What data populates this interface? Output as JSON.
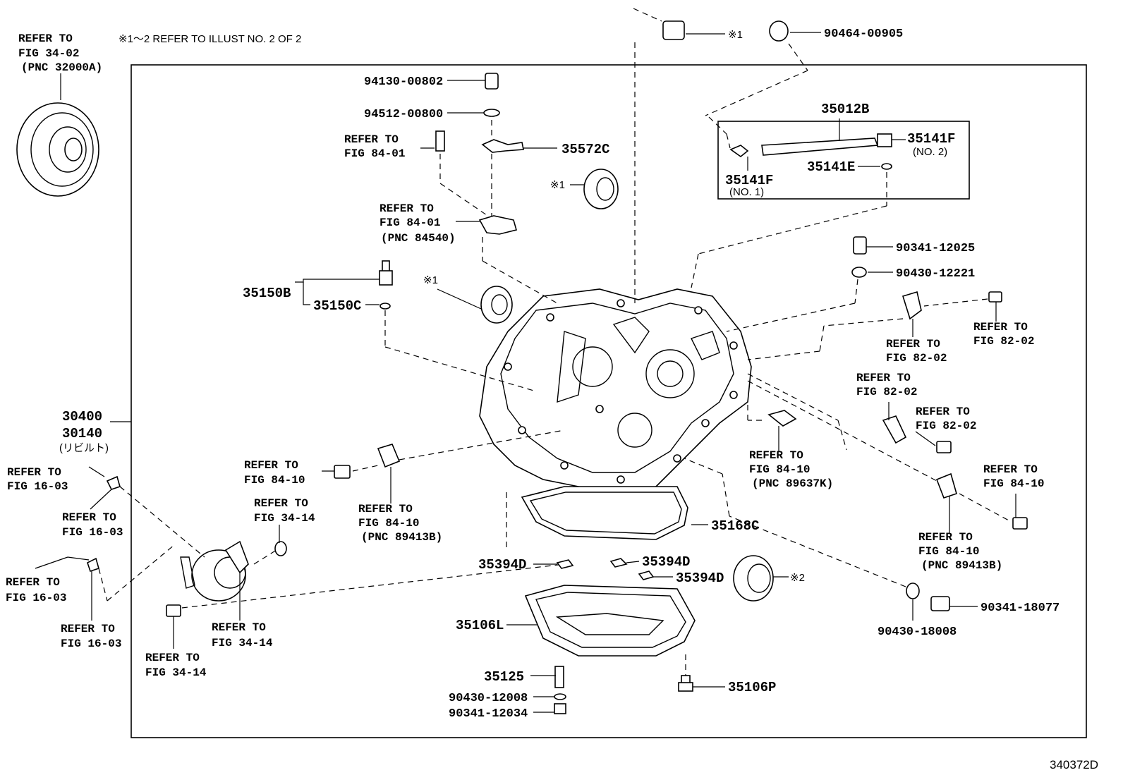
{
  "note_top": "※1～2 REFER TO ILLUST NO. 2 OF 2",
  "diagram_id": "340372D",
  "torque_converter_ref": [
    "REFER TO",
    "FIG 34-02",
    "(PNC 32000A)"
  ],
  "parts": {
    "p94130": "94130-00802",
    "p94512": "94512-00800",
    "p35572C": "35572C",
    "p35012B": "35012B",
    "p35141F_2": "35141F",
    "p35141F_2_sub": "(NO. 2)",
    "p35141F_1": "35141F",
    "p35141F_1_sub": "(NO. 1)",
    "p35141E": "35141E",
    "p90464": "90464-00905",
    "p90341_12025": "90341-12025",
    "p90430_12221": "90430-12221",
    "p35150B": "35150B",
    "p35150C": "35150C",
    "p30400": "30400",
    "p30140": "30140",
    "p30140_sub": "(リビルト)",
    "p35168C": "35168C",
    "p35394D_a": "35394D",
    "p35394D_b": "35394D",
    "p35394D_c": "35394D",
    "p35106L": "35106L",
    "p35125": "35125",
    "p90430_12008": "90430-12008",
    "p90341_12034": "90341-12034",
    "p35106P": "35106P",
    "p90430_18008": "90430-18008",
    "p90341_18077": "90341-18077"
  },
  "marks": {
    "m1_top": "※1",
    "m1_bearing": "※1",
    "m1_seal": "※1",
    "m2_seal": "※2"
  },
  "refs": {
    "r_fig84_01_a": [
      "REFER TO",
      "FIG 84-01"
    ],
    "r_fig84_01_b": [
      "REFER TO",
      "FIG 84-01",
      "(PNC 84540)"
    ],
    "r_fig82_02_a": [
      "REFER TO",
      "FIG 82-02"
    ],
    "r_fig82_02_b": [
      "REFER TO",
      "FIG 82-02"
    ],
    "r_fig82_02_c": [
      "REFER TO",
      "FIG 82-02"
    ],
    "r_fig82_02_d": [
      "REFER TO",
      "FIG 82-02"
    ],
    "r_fig84_10_a": [
      "REFER TO",
      "FIG 84-10"
    ],
    "r_fig84_10_b": [
      "REFER TO",
      "FIG 84-10",
      "(PNC 89413B)"
    ],
    "r_fig84_10_c": [
      "REFER TO",
      "FIG 84-10",
      "(PNC 89637K)"
    ],
    "r_fig84_10_d": [
      "REFER TO",
      "FIG 84-10"
    ],
    "r_fig84_10_e": [
      "REFER TO",
      "FIG 84-10",
      "(PNC 89413B)"
    ],
    "r_fig16_03_a": [
      "REFER TO",
      "FIG 16-03"
    ],
    "r_fig16_03_b": [
      "REFER TO",
      "FIG 16-03"
    ],
    "r_fig16_03_c": [
      "REFER TO",
      "FIG 16-03"
    ],
    "r_fig16_03_d": [
      "REFER TO",
      "FIG 16-03"
    ],
    "r_fig34_14_a": [
      "REFER TO",
      "FIG 34-14"
    ],
    "r_fig34_14_b": [
      "REFER TO",
      "FIG 34-14"
    ],
    "r_fig34_14_c": [
      "REFER TO",
      "FIG 34-14"
    ]
  }
}
